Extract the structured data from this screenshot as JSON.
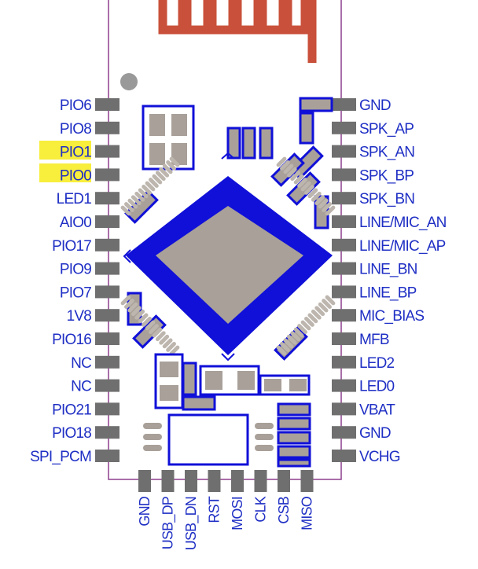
{
  "module": {
    "left_pins": [
      "PIO6",
      "PIO8",
      "PIO1",
      "PIO0",
      "LED1",
      "AIO0",
      "PIO17",
      "PIO9",
      "PIO7",
      "1V8",
      "PIO16",
      "NC",
      "NC",
      "PIO21",
      "PIO18",
      "SPI_PCM"
    ],
    "highlighted_left_pins": [
      "PIO1",
      "PIO0"
    ],
    "right_pins": [
      "GND",
      "SPK_AP",
      "SPK_AN",
      "SPK_BP",
      "SPK_BN",
      "LINE/MIC_AN",
      "LINE/MIC_AP",
      "LINE_BN",
      "LINE_BP",
      "MIC_BIAS",
      "MFB",
      "LED2",
      "LED0",
      "VBAT",
      "GND",
      "VCHG"
    ],
    "bottom_pins": [
      "GND",
      "USB_DP",
      "USB_DN",
      "RST",
      "MOSI",
      "CLK",
      "CSB",
      "MISO"
    ],
    "colors": {
      "label_text": "#1f2fc4",
      "highlight": "#f8ee3c",
      "pad_grey": "#6f6f6f",
      "component_outline": "#1010d8",
      "component_fill": "#a8a099",
      "antenna": "#c9503a",
      "board_outline": "#8e3f8e"
    }
  }
}
